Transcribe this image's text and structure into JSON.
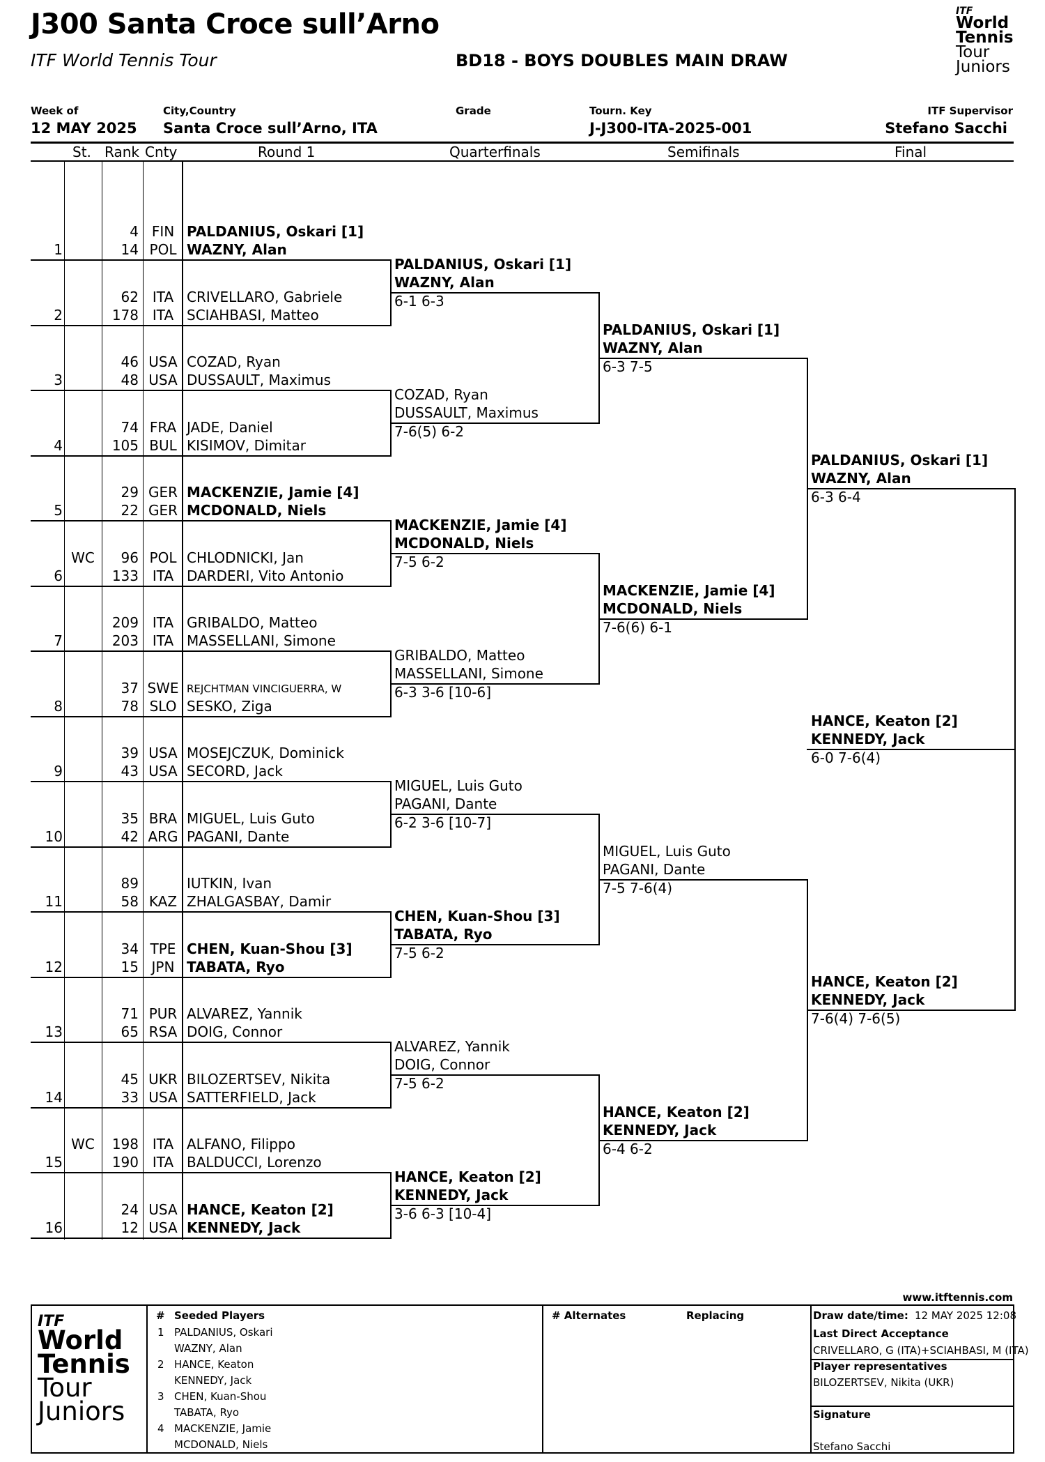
{
  "header": {
    "title": "J300 Santa Croce sull’Arno",
    "subtitle": "ITF World Tennis Tour",
    "event": "BD18 - BOYS DOUBLES MAIN DRAW",
    "logo": {
      "itf": "ITF",
      "line1": "World",
      "line2": "Tennis",
      "line3": "Tour",
      "line4": "Juniors"
    }
  },
  "info": {
    "week_label": "Week of",
    "week_value": "12 MAY 2025",
    "city_label": "City,Country",
    "city_value": "Santa Croce sull’Arno, ITA",
    "grade_label": "Grade",
    "key_label": "Tourn. Key",
    "key_value": "J-J300-ITA-2025-001",
    "supervisor_label": "ITF Supervisor",
    "supervisor_value": "Stefano Sacchi"
  },
  "columns": {
    "st": "St.",
    "rank": "Rank",
    "cnty": "Cnty",
    "r1": "Round 1",
    "qf": "Quarterfinals",
    "sf": "Semifinals",
    "final": "Final"
  },
  "entries": [
    {
      "num": "1",
      "st": "",
      "rank1": "4",
      "cnty1": "FIN",
      "p1": "PALDANIUS, Oskari [1]",
      "rank2": "14",
      "cnty2": "POL",
      "p2": "WAZNY, Alan"
    },
    {
      "num": "2",
      "st": "",
      "rank1": "62",
      "cnty1": "ITA",
      "p1": "CRIVELLARO, Gabriele",
      "rank2": "178",
      "cnty2": "ITA",
      "p2": "SCIAHBASI, Matteo"
    },
    {
      "num": "3",
      "st": "",
      "rank1": "46",
      "cnty1": "USA",
      "p1": "COZAD, Ryan",
      "rank2": "48",
      "cnty2": "USA",
      "p2": "DUSSAULT, Maximus"
    },
    {
      "num": "4",
      "st": "",
      "rank1": "74",
      "cnty1": "FRA",
      "p1": "JADE, Daniel",
      "rank2": "105",
      "cnty2": "BUL",
      "p2": "KISIMOV, Dimitar"
    },
    {
      "num": "5",
      "st": "",
      "rank1": "29",
      "cnty1": "GER",
      "p1": "MACKENZIE, Jamie [4]",
      "rank2": "22",
      "cnty2": "GER",
      "p2": "MCDONALD, Niels"
    },
    {
      "num": "6",
      "st": "WC",
      "rank1": "96",
      "cnty1": "POL",
      "p1": "CHLODNICKI, Jan",
      "rank2": "133",
      "cnty2": "ITA",
      "p2": "DARDERI, Vito Antonio"
    },
    {
      "num": "7",
      "st": "",
      "rank1": "209",
      "cnty1": "ITA",
      "p1": "GRIBALDO, Matteo",
      "rank2": "203",
      "cnty2": "ITA",
      "p2": "MASSELLANI, Simone"
    },
    {
      "num": "8",
      "st": "",
      "rank1": "37",
      "cnty1": "SWE",
      "p1": "REJCHTMAN VINCIGUERRA, W",
      "rank2": "78",
      "cnty2": "SLO",
      "p2": "SESKO, Ziga"
    },
    {
      "num": "9",
      "st": "",
      "rank1": "39",
      "cnty1": "USA",
      "p1": "MOSEJCZUK, Dominick",
      "rank2": "43",
      "cnty2": "USA",
      "p2": "SECORD, Jack"
    },
    {
      "num": "10",
      "st": "",
      "rank1": "35",
      "cnty1": "BRA",
      "p1": "MIGUEL, Luis Guto",
      "rank2": "42",
      "cnty2": "ARG",
      "p2": "PAGANI, Dante"
    },
    {
      "num": "11",
      "st": "",
      "rank1": "89",
      "cnty1": "",
      "p1": "IUTKIN, Ivan",
      "rank2": "58",
      "cnty2": "KAZ",
      "p2": "ZHALGASBAY, Damir"
    },
    {
      "num": "12",
      "st": "",
      "rank1": "34",
      "cnty1": "TPE",
      "p1": "CHEN, Kuan-Shou [3]",
      "rank2": "15",
      "cnty2": "JPN",
      "p2": "TABATA, Ryo"
    },
    {
      "num": "13",
      "st": "",
      "rank1": "71",
      "cnty1": "PUR",
      "p1": "ALVAREZ, Yannik",
      "rank2": "65",
      "cnty2": "RSA",
      "p2": "DOIG, Connor"
    },
    {
      "num": "14",
      "st": "",
      "rank1": "45",
      "cnty1": "UKR",
      "p1": "BILOZERTSEV, Nikita",
      "rank2": "33",
      "cnty2": "USA",
      "p2": "SATTERFIELD, Jack"
    },
    {
      "num": "15",
      "st": "WC",
      "rank1": "198",
      "cnty1": "ITA",
      "p1": "ALFANO, Filippo",
      "rank2": "190",
      "cnty2": "ITA",
      "p2": "BALDUCCI, Lorenzo"
    },
    {
      "num": "16",
      "st": "",
      "rank1": "24",
      "cnty1": "USA",
      "p1": "HANCE, Keaton [2]",
      "rank2": "12",
      "cnty2": "USA",
      "p2": "KENNEDY, Jack"
    }
  ],
  "qf": [
    {
      "p1": "PALDANIUS, Oskari [1]",
      "p2": "WAZNY, Alan",
      "score": "6-1 6-3"
    },
    {
      "p1": "COZAD, Ryan",
      "p2": "DUSSAULT, Maximus",
      "score": "7-6(5) 6-2"
    },
    {
      "p1": "MACKENZIE, Jamie [4]",
      "p2": "MCDONALD, Niels",
      "score": "7-5 6-2"
    },
    {
      "p1": "GRIBALDO, Matteo",
      "p2": "MASSELLANI, Simone",
      "score": "6-3 3-6 [10-6]"
    },
    {
      "p1": "MIGUEL, Luis Guto",
      "p2": "PAGANI, Dante",
      "score": "6-2 3-6 [10-7]"
    },
    {
      "p1": "CHEN, Kuan-Shou [3]",
      "p2": "TABATA, Ryo",
      "score": "7-5 6-2"
    },
    {
      "p1": "ALVAREZ, Yannik",
      "p2": "DOIG, Connor",
      "score": "7-5 6-2"
    },
    {
      "p1": "HANCE, Keaton [2]",
      "p2": "KENNEDY, Jack",
      "score": "3-6 6-3 [10-4]"
    }
  ],
  "sf": [
    {
      "p1": "PALDANIUS, Oskari [1]",
      "p2": "WAZNY, Alan",
      "score": "6-3 7-5"
    },
    {
      "p1": "MACKENZIE, Jamie [4]",
      "p2": "MCDONALD, Niels",
      "score": "7-6(6) 6-1"
    },
    {
      "p1": "MIGUEL, Luis Guto",
      "p2": "PAGANI, Dante",
      "score": "7-5 7-6(4)"
    },
    {
      "p1": "HANCE, Keaton [2]",
      "p2": "KENNEDY, Jack",
      "score": "6-4 6-2"
    }
  ],
  "final": [
    {
      "p1": "PALDANIUS, Oskari [1]",
      "p2": "WAZNY, Alan",
      "score": "6-3 6-4"
    },
    {
      "p1": "HANCE, Keaton [2]",
      "p2": "KENNEDY, Jack",
      "score": "7-6(4) 7-6(5)"
    }
  ],
  "winner": {
    "p1": "HANCE, Keaton [2]",
    "p2": "KENNEDY, Jack",
    "score": "6-0 7-6(4)"
  },
  "footer": {
    "website": "www.itftennis.com",
    "seeded_hash": "#",
    "seeded_title": "Seeded Players",
    "seeds": [
      {
        "n": "1",
        "a": "PALDANIUS, Oskari",
        "b": "WAZNY, Alan"
      },
      {
        "n": "2",
        "a": "HANCE, Keaton",
        "b": "KENNEDY, Jack"
      },
      {
        "n": "3",
        "a": "CHEN, Kuan-Shou",
        "b": "TABATA, Ryo"
      },
      {
        "n": "4",
        "a": "MACKENZIE, Jamie",
        "b": "MCDONALD, Niels"
      }
    ],
    "alternates_title": "# Alternates",
    "replacing_title": "Replacing",
    "draw_datetime_label": "Draw date/time:",
    "draw_datetime_value": "12 MAY 2025 12:08",
    "lda_label": "Last Direct Acceptance",
    "lda_value": "CRIVELLARO, G (ITA)+SCIAHBASI, M (ITA)",
    "reps_label": "Player representatives",
    "reps_value": "BILOZERTSEV, Nikita (UKR)",
    "signature_label": "Signature",
    "signature_value": "Stefano Sacchi"
  }
}
